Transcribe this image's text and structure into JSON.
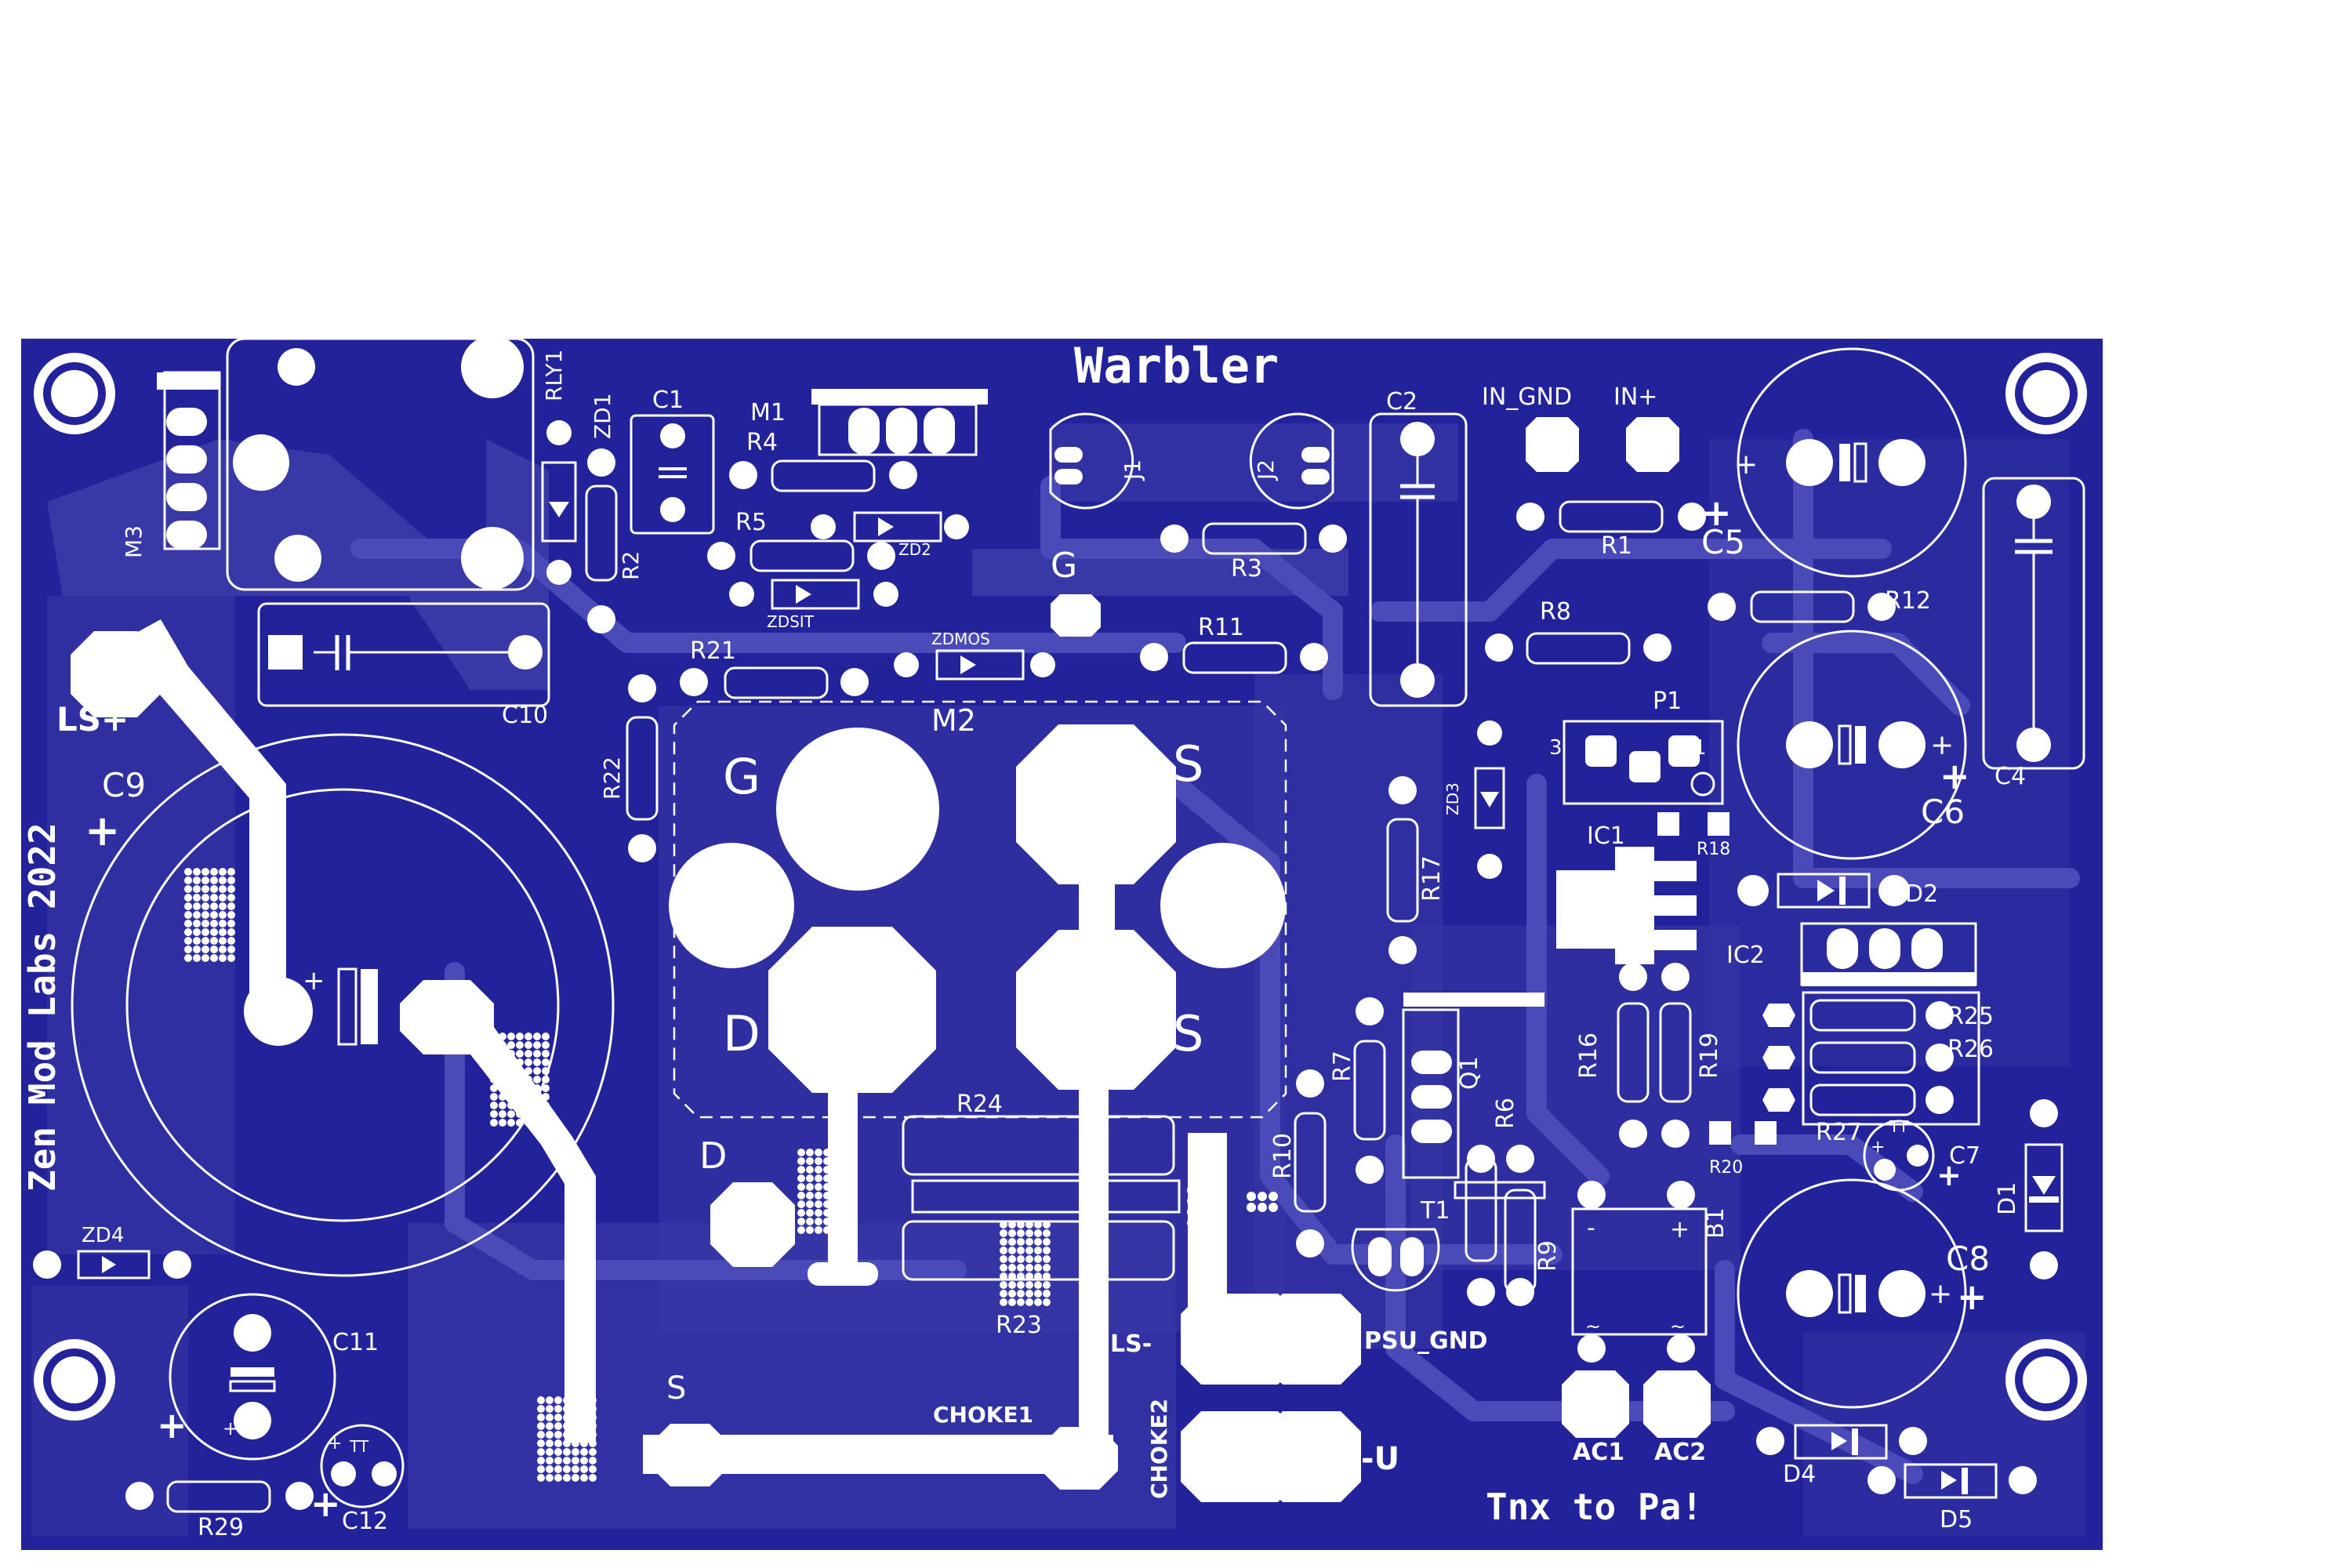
{
  "colors": {
    "board": "#22229a",
    "copper_pour": "#3a3aa8",
    "silkscreen": "#ffffff",
    "background": "#ffffff"
  },
  "board": {
    "title": "Warbler",
    "vertical_credit": "Zen Mod Labs 2022",
    "thanks": "Tnx to Pa!"
  },
  "components": {
    "RLY1": "RLY1",
    "ZD1": "ZD1",
    "C1": "C1",
    "M1": "M1",
    "R4": "R4",
    "J1": "J1",
    "J2": "J2",
    "C2": "C2",
    "IN_GND": "IN_GND",
    "IN_PLUS": "IN+",
    "M3": "M3",
    "R2": "R2",
    "R5": "R5",
    "ZD2": "ZD2",
    "ZDSIT": "ZDSIT",
    "G_TOP": "G",
    "R3": "R3",
    "R1": "R1",
    "C5": "C5",
    "R12": "R12",
    "C10": "C10",
    "ZDMOS": "ZDMOS",
    "R11": "R11",
    "R8": "R8",
    "R21": "R21",
    "LS_PLUS": "LS+",
    "M2": "M2",
    "P1": "P1",
    "C4": "C4",
    "C9": "C9",
    "R22": "R22",
    "ZD3": "ZD3",
    "C6": "C6",
    "IC1": "IC1",
    "R18": "R18",
    "R17": "R17",
    "D2": "D2",
    "IC2": "IC2",
    "R25": "R25",
    "R26": "R26",
    "R7": "R7",
    "Q1": "Q1",
    "R16": "R16",
    "R19": "R19",
    "R24": "R24",
    "R6": "R6",
    "R27": "R27",
    "R10": "R10",
    "R20": "R20",
    "C7": "C7",
    "T1": "T1",
    "B1": "B1",
    "D1": "D1",
    "C8": "C8",
    "ZD4": "ZD4",
    "R9": "R9",
    "R23": "R23",
    "LS_MINUS": "LS-",
    "PSU_GND": "PSU_GND",
    "C11": "C11",
    "S_BOTTOM": "S",
    "CHOKE1": "CHOKE1",
    "CHOKE2": "CHOKE2",
    "MINUS_U": "-U",
    "AC1": "AC1",
    "AC2": "AC2",
    "D4": "D4",
    "R29": "R29",
    "C12": "C12",
    "D5": "D5",
    "TT_C7": "TT",
    "TT_C12": "TT",
    "M2_G": "G",
    "M2_S1": "S",
    "M2_D": "D",
    "M2_S2": "S",
    "D_PAD": "D",
    "P1_PIN1": "1",
    "P1_PIN3": "3"
  }
}
